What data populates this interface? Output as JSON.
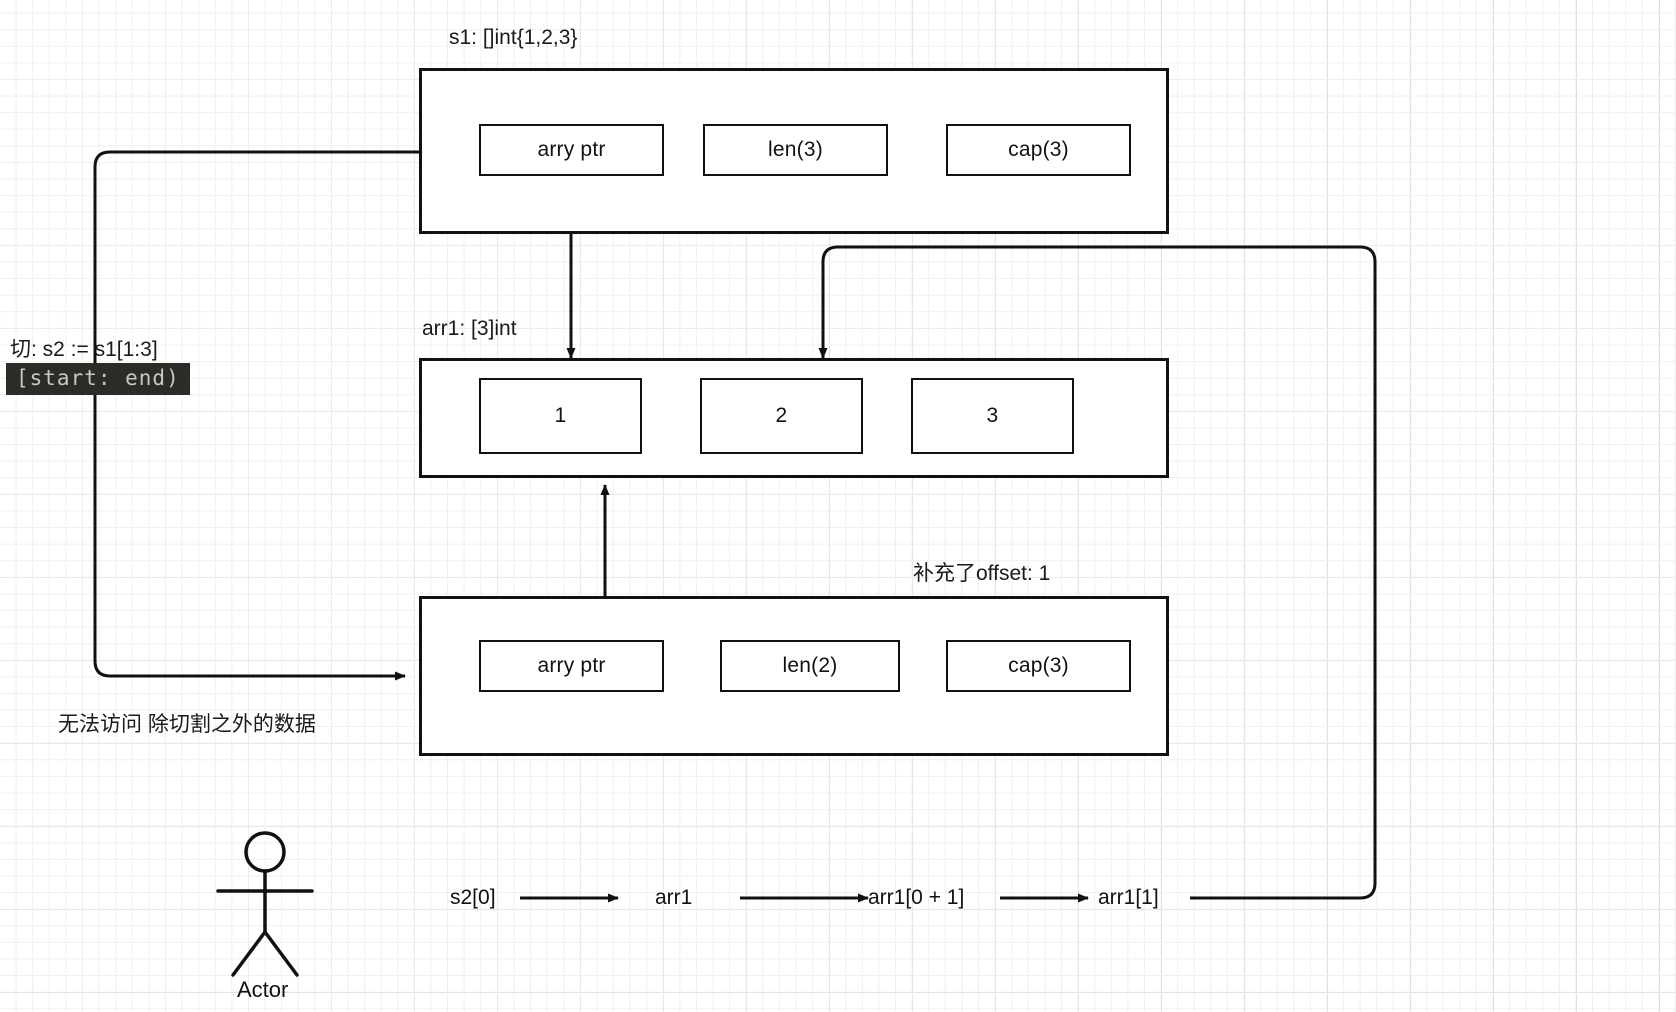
{
  "diagram": {
    "title_s1": "s1: []int{1,2,3}",
    "title_arr1": "arr1: [3]int",
    "title_offset": "补充了offset: 1",
    "slice_expr": "切:  s2 := s1[1:3]",
    "range_chip": "[start: end)",
    "note_no_access": "无法访问 除切割之外的数据",
    "actor_label": "Actor"
  },
  "s1_struct": {
    "fields": [
      {
        "label": "arry ptr"
      },
      {
        "label": "len(3)"
      },
      {
        "label": "cap(3)"
      }
    ]
  },
  "arr1_array": {
    "elements": [
      {
        "label": "1"
      },
      {
        "label": "2"
      },
      {
        "label": "3"
      }
    ]
  },
  "s2_struct": {
    "fields": [
      {
        "label": "arry ptr"
      },
      {
        "label": "len(2)"
      },
      {
        "label": "cap(3)"
      }
    ]
  },
  "flow_chain": {
    "steps": [
      {
        "label": "s2[0]"
      },
      {
        "label": "arr1"
      },
      {
        "label": "arr1[0 + 1]"
      },
      {
        "label": "arr1[1]"
      }
    ]
  },
  "colors": {
    "stroke": "#111111",
    "background": "#ffffff",
    "grid_minor": "#f0f0f0",
    "grid_major": "#d4d4d4",
    "chip_bg": "#2b2b28",
    "chip_fg": "#c9c8bd"
  }
}
